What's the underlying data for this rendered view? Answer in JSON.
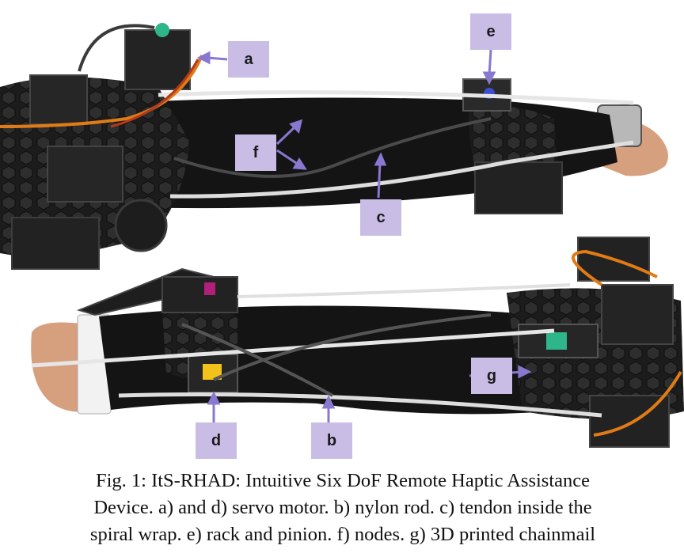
{
  "figure": {
    "labels": {
      "a": "a",
      "b": "b",
      "c": "c",
      "d": "d",
      "e": "e",
      "f": "f",
      "g": "g"
    },
    "colors": {
      "label_bg": "#c9bde6",
      "arrow": "#8a78d0",
      "sleeve": "#141414",
      "servo": "#222222",
      "skin": "#d9a07f",
      "nylon_rod": "#e8e8e8",
      "servo_gear_green": "#2fb58a",
      "servo_gear_yellow": "#f2c21a",
      "wire_orange": "#e07b16"
    }
  },
  "caption": {
    "lines": [
      "Fig. 1: ItS-RHAD: Intuitive Six DoF Remote Haptic Assistance",
      "Device. a) and d) servo motor. b) nylon rod. c) tendon inside the",
      "spiral wrap. e) rack and pinion. f) nodes. g) 3D printed chainmail"
    ]
  }
}
